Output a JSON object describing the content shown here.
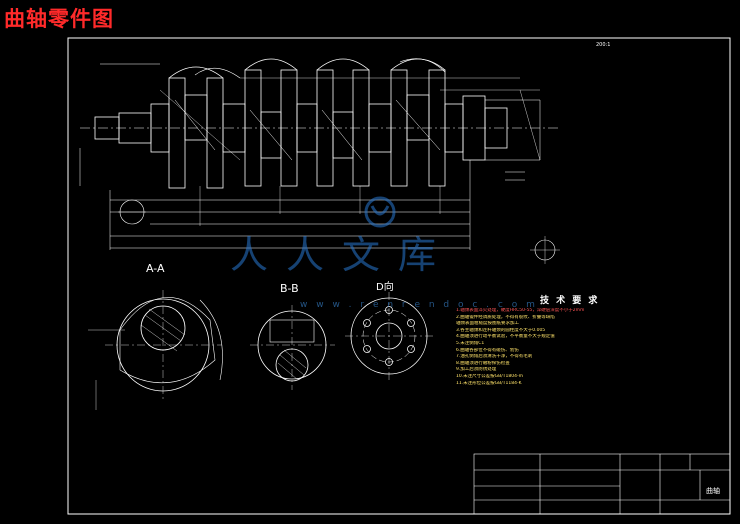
{
  "title": "曲轴零件图",
  "views": {
    "section_aa": "A-A",
    "section_bb": "B-B",
    "view_d": "D向"
  },
  "technical_requirements": {
    "heading": "技 术 要 求",
    "notes": [
      "1.轴颈表面淬火处理，硬度HRC50-55，淬硬层深度不小于2mm",
      "2.曲轴锻件经调质处理，不得有裂纹、折叠等缺陷",
      "  轴颈表面粗糙度按图纸要求加工",
      "3.各主轴颈和连杆轴颈的圆柱度不大于0.005",
      "4.曲轴须进行动平衡试验，不平衡量不大于规定值",
      "5.未注倒角C1",
      "6.曲轴各部位不得有碰伤、划伤",
      "7.油孔倒角后须清洗干净，不得有毛刺",
      "8.曲轴须进行磁粉探伤检查",
      "9.加工后须防锈处理",
      "10.未注尺寸公差按GB/T1804-m",
      "11.未注形位公差按GB/T1184-K"
    ]
  },
  "title_block": {
    "part_name": "曲轴"
  },
  "scale_mark": "200:1",
  "watermark": {
    "text": "人人文库",
    "url": "w w w . r e n r e n d o c . c o m"
  },
  "colors": {
    "background": "#000000",
    "linework": "#ffffff",
    "title": "#ff2a2a",
    "notes": "#ffe36a",
    "watermark": "#2a78d2"
  }
}
